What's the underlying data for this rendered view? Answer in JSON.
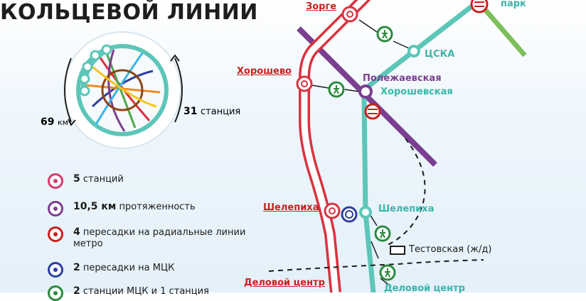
{
  "title": "КОЛЬЦЕВОЙ ЛИНИИ",
  "circle_stats": {
    "length_value": "69",
    "length_unit": "км",
    "stations_value": "31",
    "stations_unit": "станция"
  },
  "stations": {
    "zorge": "Зорге",
    "khoroshevo": "Хорошево",
    "shelepikha_red": "Шелепиха",
    "delovoy_red": "Деловой центр",
    "polezhaevskaya": "Полежаевская",
    "khoroshevskaya": "Хорошевская",
    "cska": "ЦСКА",
    "shelepikha_teal": "Шелепиха",
    "delovoy_teal": "Деловой центр",
    "park": "парк",
    "testovskaya": "Тестовская (ж/д)"
  },
  "legend": [
    {
      "bold": "5",
      "text": "станций",
      "icon": "train-icon",
      "color": "#d63a6e"
    },
    {
      "bold": "10,5 км",
      "text": "протяженность",
      "icon": "track-icon",
      "color": "#7a3f8f"
    },
    {
      "bold": "4",
      "text": "пересадки на радиальные линии метро",
      "icon": "metro-transfer-icon",
      "color": "#c8211e"
    },
    {
      "bold": "2",
      "text": "пересадки на МЦК",
      "icon": "mck-icon",
      "color": "#2f3f9e"
    },
    {
      "bold": "2",
      "text": "станции МЦК и 1 станция",
      "icon": "walk-icon",
      "color": "#2b8a3e"
    }
  ],
  "colors": {
    "red_line": "#d9333f",
    "teal_line": "#5cc6b8",
    "purple_line": "#7a3f8f",
    "green_line": "#7dbf5a",
    "dark_red": "#c8211e"
  }
}
